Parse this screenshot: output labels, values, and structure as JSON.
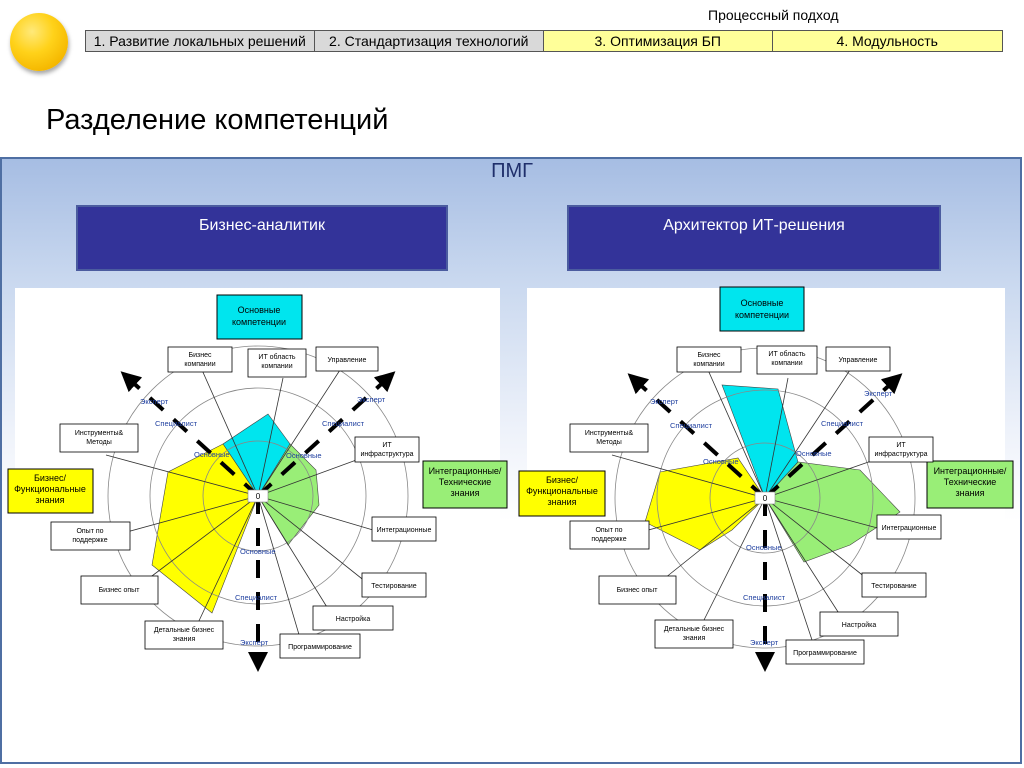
{
  "header": {
    "process_label": "Процессный подход",
    "steps": [
      {
        "label": "1. Развитие локальных решений"
      },
      {
        "label": "2. Стандартизация технологий"
      },
      {
        "label": "3. Оптимизация БП"
      },
      {
        "label": "4. Модульность"
      }
    ]
  },
  "page_title": "Разделение компетенций",
  "panel_title": "ПМГ",
  "roles": {
    "left": "Бизнес-аналитик",
    "right": "Архитектор ИТ-решения"
  },
  "groups": {
    "core": "Основные компетенции",
    "business": "Бизнес/ Функциональные знания",
    "integration": "Интеграционные/ Технические знания"
  },
  "levels": {
    "core": "Основные",
    "specialist": "Специалист",
    "expert": "Эксперт",
    "zero": "0"
  },
  "axes": [
    "Бизнес компании",
    "ИТ область компании",
    "Управление",
    "ИТ инфраструктура",
    "Интеграционные",
    "Тестирование",
    "Настройка",
    "Программирование",
    "Детальные бизнес знания",
    "Бизнес опыт",
    "Опыт по поддержке",
    "Инструменты& Методы"
  ],
  "colors": {
    "core": "#00e5ee",
    "business": "#ffff00",
    "integration": "#99ee77",
    "role_box": "#333399",
    "step_done": "#d9d9d9",
    "step_active": "#ffff99"
  }
}
